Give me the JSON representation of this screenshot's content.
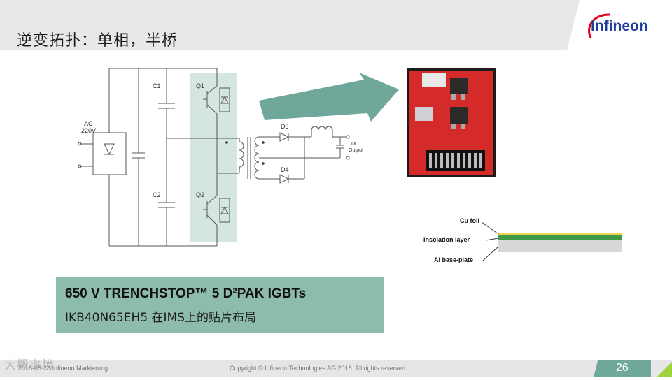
{
  "header": {
    "title": "逆变拓扑：单相，半桥",
    "logo_text": "Infineon"
  },
  "circuit": {
    "labels": {
      "ac": "AC",
      "ac_voltage": "220V",
      "c1": "C1",
      "c2": "C2",
      "q1": "Q1",
      "q2": "Q2",
      "d3": "D3",
      "d4": "D4",
      "dc": "DC",
      "output": "Output"
    },
    "highlight_color": "#d5e6e0"
  },
  "board": {
    "color": "#d42a2a"
  },
  "layers": {
    "cu_foil": "Cu foil",
    "insolation_layer": "Insolation layer",
    "al_base_plate": "Al base-plate"
  },
  "info": {
    "line1": "650 V TRENCHSTOP™  5 D²PAK  IGBTs",
    "line2": "IKB40N65EH5  在IMS上的贴片布局"
  },
  "footer": {
    "left": "2018-05-28  Infineon Markierung",
    "copyright": "Copyright © Infineon Technologies AG 2018. All rights reserved.",
    "page_number": "26"
  },
  "watermark": "大概率境",
  "colors": {
    "accent_teal": "#6fa89a",
    "box_green": "#8dbcaa",
    "brand_blue": "#1f3f9c",
    "brand_red": "#e2001a"
  }
}
